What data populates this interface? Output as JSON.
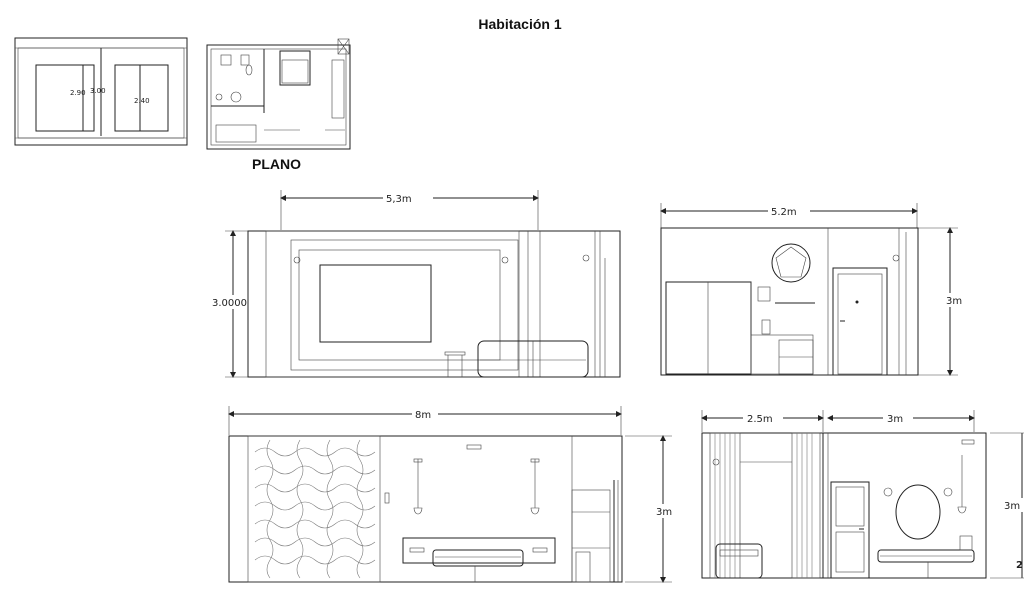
{
  "title": "Habitación 1",
  "plano_label": "PLANO",
  "small_plan": {
    "dim_left": "2.90",
    "dim_center": "3.00",
    "dim_right": "2.40"
  },
  "elevations": {
    "tv_wall": {
      "width": "5,3m",
      "height": "3.0000"
    },
    "door_wall": {
      "width": "5.2m",
      "height": "3m"
    },
    "bed_wall": {
      "width": "8m",
      "height": "3m"
    },
    "bath_wall": {
      "width_a": "2.5m",
      "width_b": "3m",
      "height": "3m",
      "edge_label": "2"
    }
  }
}
